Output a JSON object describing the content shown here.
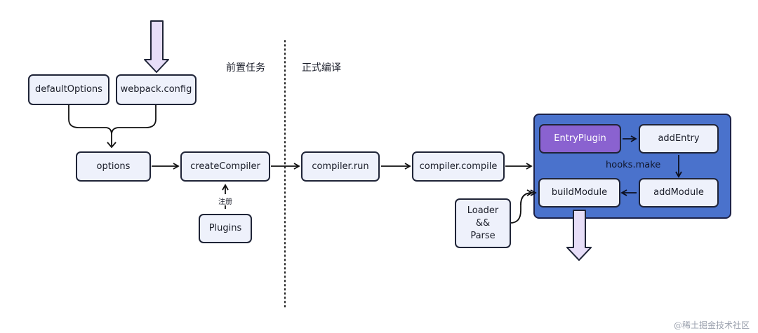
{
  "phases": {
    "pre": "前置任务",
    "compile": "正式编译"
  },
  "nodes": {
    "default_options": "defaultOptions",
    "webpack_config": "webpack.config",
    "options": "options",
    "create_compiler": "createCompiler",
    "plugins": "Plugins",
    "compiler_run": "compiler.run",
    "compiler_compile": "compiler.compile",
    "entry_plugin": "EntryPlugin",
    "add_entry": "addEntry",
    "add_module": "addModule",
    "build_module": "buildModule",
    "loader_parse": [
      "Loader",
      "&&",
      "Parse"
    ]
  },
  "labels": {
    "register": "注册",
    "hooks_make": "hooks.make"
  },
  "watermark": "@稀土掘金技术社区",
  "colors": {
    "node_fill": "#eef1fb",
    "node_stroke": "#1f2437",
    "panel_fill": "#4a72cc",
    "entry_fill": "#8a62d0",
    "big_arrow_fill": "#e7def8"
  }
}
